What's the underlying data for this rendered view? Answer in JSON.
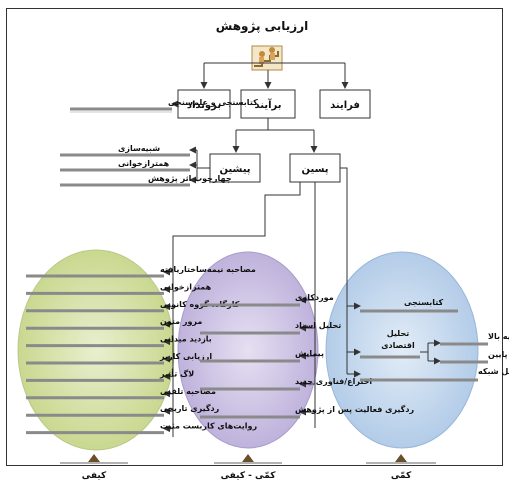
{
  "title": "ارزیابی پژوهش",
  "colors": {
    "qualitative_ellipse": "#d6e2a8",
    "mixed_ellipse": "#cbc2e2",
    "quantitative_ellipse": "#c3d7ee"
  },
  "icon": "climbing-stairs-icon",
  "top_nodes": {
    "farayand": "فرایند",
    "farayand2": "برآیند",
    "boroondad": "برونداد"
  },
  "output_label": "کتابسنجی و علم‌سنجی",
  "mid_nodes": {
    "pasin": "پسین",
    "pishin": "پیشین"
  },
  "pishin_items": [
    "شبیه‌سازی",
    "همترازخوانی",
    "چهارچوب اثر پژوهش"
  ],
  "qualitative_items": [
    "مصاحبه نیمه‌ساختاریافته",
    "همترازخوانی",
    "کارگاه، گروه کانونی",
    "مرور متون",
    "بازدید میدانی",
    "ارزیابی کاربر",
    "لاگ تأثیر",
    "مصاحبه تلفنی",
    "ردگیری تاریخی",
    "روایت‌های کاربست مثبت"
  ],
  "mixed_items": [
    "موردکاوی",
    "تحلیل اسناد",
    "پیمایش",
    "اختراع/فناوری جدید",
    "ردگیری فعالیت پس از پژوهش"
  ],
  "quantitative_items": {
    "bibliometrics": "کتابسنجی",
    "economic": "تحلیل اقتصادی",
    "top_down": "رویه بالا",
    "bottom_up": "رویه پایین",
    "network": "نگاشت و تحلیل شبکه"
  },
  "category_labels": {
    "qualitative": "کیفی",
    "mixed": "کمّی - کیفی",
    "quantitative": "کمّی"
  }
}
